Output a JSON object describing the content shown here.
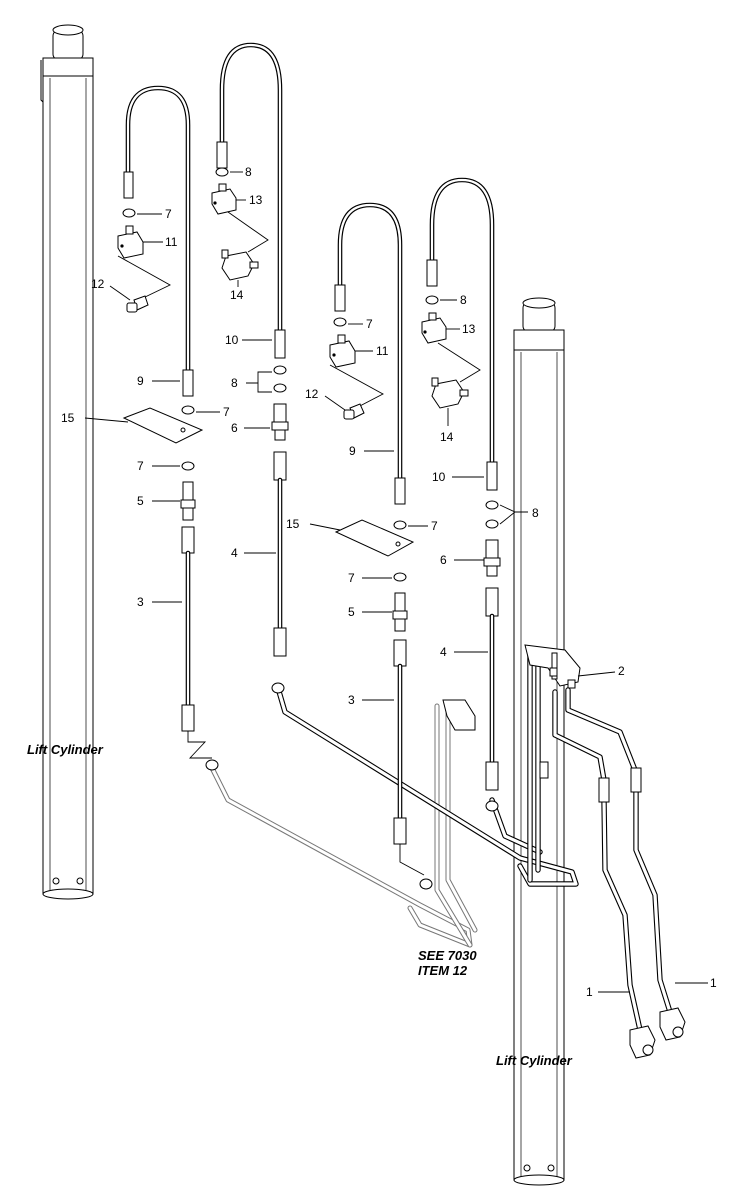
{
  "diagram": {
    "labels": {
      "lift_cylinder_left": "Lift Cylinder",
      "lift_cylinder_right": "Lift Cylinder",
      "see_ref_line1": "SEE 7030",
      "see_ref_line2": "ITEM 12"
    },
    "callouts": [
      {
        "id": "c7a",
        "text": "7"
      },
      {
        "id": "c11a",
        "text": "11"
      },
      {
        "id": "c12a",
        "text": "12"
      },
      {
        "id": "c9a",
        "text": "9"
      },
      {
        "id": "c15a",
        "text": "15"
      },
      {
        "id": "c7b",
        "text": "7"
      },
      {
        "id": "c7c",
        "text": "7"
      },
      {
        "id": "c5a",
        "text": "5"
      },
      {
        "id": "c3a",
        "text": "3"
      },
      {
        "id": "c8a",
        "text": "8"
      },
      {
        "id": "c13a",
        "text": "13"
      },
      {
        "id": "c14a",
        "text": "14"
      },
      {
        "id": "c10a",
        "text": "10"
      },
      {
        "id": "c8b",
        "text": "8"
      },
      {
        "id": "c6a",
        "text": "6"
      },
      {
        "id": "c4a",
        "text": "4"
      },
      {
        "id": "c7d",
        "text": "7"
      },
      {
        "id": "c11b",
        "text": "11"
      },
      {
        "id": "c12b",
        "text": "12"
      },
      {
        "id": "c9b",
        "text": "9"
      },
      {
        "id": "c15b",
        "text": "15"
      },
      {
        "id": "c7e",
        "text": "7"
      },
      {
        "id": "c7f",
        "text": "7"
      },
      {
        "id": "c5b",
        "text": "5"
      },
      {
        "id": "c3b",
        "text": "3"
      },
      {
        "id": "c8c",
        "text": "8"
      },
      {
        "id": "c13b",
        "text": "13"
      },
      {
        "id": "c14b",
        "text": "14"
      },
      {
        "id": "c10b",
        "text": "10"
      },
      {
        "id": "c8d",
        "text": "8"
      },
      {
        "id": "c6b",
        "text": "6"
      },
      {
        "id": "c4b",
        "text": "4"
      },
      {
        "id": "c2",
        "text": "2"
      },
      {
        "id": "c1a",
        "text": "1"
      },
      {
        "id": "c1b",
        "text": "1"
      }
    ]
  }
}
